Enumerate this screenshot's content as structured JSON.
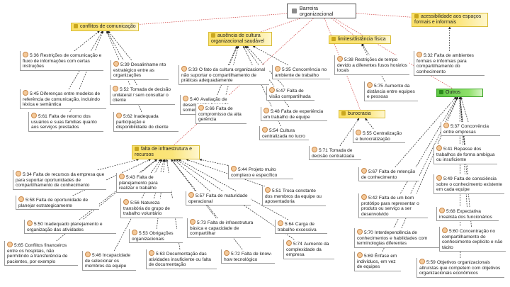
{
  "root": {
    "label": "Barreira organizacional"
  },
  "codes": [
    {
      "key": "comunicacao",
      "label": "conflitos de comunicação"
    },
    {
      "key": "cultura",
      "label": "ausência de cultura organizacional saudável"
    },
    {
      "key": "limites",
      "label": "limites/distância física"
    },
    {
      "key": "acessibilidade",
      "label": "acessibilidade aos espaços formais e informais"
    },
    {
      "key": "burocracia",
      "label": "burocracia"
    },
    {
      "key": "infra",
      "label": "falta de infraestrutura e recursos"
    },
    {
      "key": "outros",
      "label": "Outros"
    }
  ],
  "quotes": [
    {
      "key": "q536",
      "id": "5:36",
      "text": "Restrições de comunicação e fluxo de informações com certas instruções"
    },
    {
      "key": "q539",
      "id": "5:39",
      "text": "Desalinhame nto estratégico entre as organizações"
    },
    {
      "key": "q545",
      "id": "5:45",
      "text": "Diferenças entre modelos de referência de comunicação, incluindo léxica e semântica"
    },
    {
      "key": "q552",
      "id": "5:52",
      "text": "Tomada de decisão unilateral / sem consultar o cliente"
    },
    {
      "key": "q561",
      "id": "5:61",
      "text": "Falta de retorno dos usuários e suas famílias quanto aos serviços prestados"
    },
    {
      "key": "q562",
      "id": "5:62",
      "text": "Inadequada participação e disponibilidade do cliente"
    },
    {
      "key": "q533",
      "id": "5:33",
      "text": "O fato da cultura organizacional não suportar o compartilhamento de práticas adequadamente"
    },
    {
      "key": "q535",
      "id": "5:35",
      "text": "Concorrência no ambiente de trabalho"
    },
    {
      "key": "q547",
      "id": "5:47",
      "text": "Falta de visão compartilhada"
    },
    {
      "key": "q540",
      "id": "5:40",
      "text": "Avaliação de desempenho baseada somente na produção"
    },
    {
      "key": "q548",
      "id": "5:48",
      "text": "Falta de experiência em trabalho de equipe"
    },
    {
      "key": "q566",
      "id": "5:66",
      "text": "Falta de compromisso da alta gerência"
    },
    {
      "key": "q554",
      "id": "5:54",
      "text": "Cultura centralizada no lucro"
    },
    {
      "key": "q538",
      "id": "5:38",
      "text": "Restrições de tempo devido a diferentes fusos horários locais"
    },
    {
      "key": "q575",
      "id": "5:75",
      "text": "Aumento da distância entre equipes e pessoas"
    },
    {
      "key": "q532",
      "id": "5:32",
      "text": "Falta de ambientes formais e informais para compartilhamento do conhecimento"
    },
    {
      "key": "q555",
      "id": "5:55",
      "text": "Centralização e burocratização"
    },
    {
      "key": "q571",
      "id": "5:71",
      "text": "Tomada de decisão centralizada"
    },
    {
      "key": "q537",
      "id": "5:37",
      "text": "Concorrência entre empresas"
    },
    {
      "key": "q541",
      "id": "5:41",
      "text": "Repasse dos trabalhos de forma ambígua ou insuficiente"
    },
    {
      "key": "q567",
      "id": "5:67",
      "text": "Falta de retenção de conhecimento"
    },
    {
      "key": "q549",
      "id": "5:49",
      "text": "Falta de consciência sobre o conhecimento existente em cada equipe"
    },
    {
      "key": "q542",
      "id": "5:42",
      "text": "Falta de um bom protótipo para representar o produto ou serviço a ser desenvolvido"
    },
    {
      "key": "q568",
      "id": "5:68",
      "text": "Expectativa irrealista dos funcionários"
    },
    {
      "key": "q570",
      "id": "5:70",
      "text": "Interdependência de conhecimentos e habilidades com terminologias diferentes"
    },
    {
      "key": "q560",
      "id": "5:60",
      "text": "Concentração no compartilhamento do conhecimento explícito e não tácito"
    },
    {
      "key": "q569",
      "id": "5:69",
      "text": "Ênfase em indivíduos, em vez de equipes"
    },
    {
      "key": "q559",
      "id": "5:59",
      "text": "Objetivos organizacionais altruístas que competem com objetivos organizacionais econômicos"
    },
    {
      "key": "q534",
      "id": "5:34",
      "text": "Falta de recursos da empresa que para suportar oportunidades de compartilhamento de conhecimento"
    },
    {
      "key": "q543",
      "id": "5:43",
      "text": "Falta de planejamento para realizar o trabalho"
    },
    {
      "key": "q544",
      "id": "5:44",
      "text": "Projeto muito complexo e específico"
    },
    {
      "key": "q558",
      "id": "5:58",
      "text": "Falta de oportunidade de planejar estrategicamente"
    },
    {
      "key": "q557",
      "id": "5:57",
      "text": "Falta de maturidade operacional"
    },
    {
      "key": "q551",
      "id": "5:51",
      "text": "Troca constante dos membros da equipe ou aposentadoria"
    },
    {
      "key": "q556",
      "id": "5:56",
      "text": "Natureza transitória do grupo de trabalho voluntário"
    },
    {
      "key": "q550",
      "id": "5:50",
      "text": "Inadequado planejamento e organização das atividades"
    },
    {
      "key": "q573",
      "id": "5:73",
      "text": "Falta de infraestrutura básica e capacidade de compartilhar"
    },
    {
      "key": "q564",
      "id": "5:64",
      "text": "Carga de trabalho excessiva"
    },
    {
      "key": "q565",
      "id": "5:65",
      "text": "Conflitos financeiros entre os hospitais, não permitindo a transferência de pacientes, por exemplo"
    },
    {
      "key": "q553",
      "id": "5:53",
      "text": "Obrigações organizacionais"
    },
    {
      "key": "q574",
      "id": "5:74",
      "text": "Aumento da complexidade da empresa"
    },
    {
      "key": "q546",
      "id": "5:46",
      "text": "Incapacidade de selecionar os membros da equipe"
    },
    {
      "key": "q563",
      "id": "5:63",
      "text": "Documentação das atividades insuficiente ou falta de documentação"
    },
    {
      "key": "q572",
      "id": "5:72",
      "text": "Falta de know-how tecnológico"
    }
  ]
}
